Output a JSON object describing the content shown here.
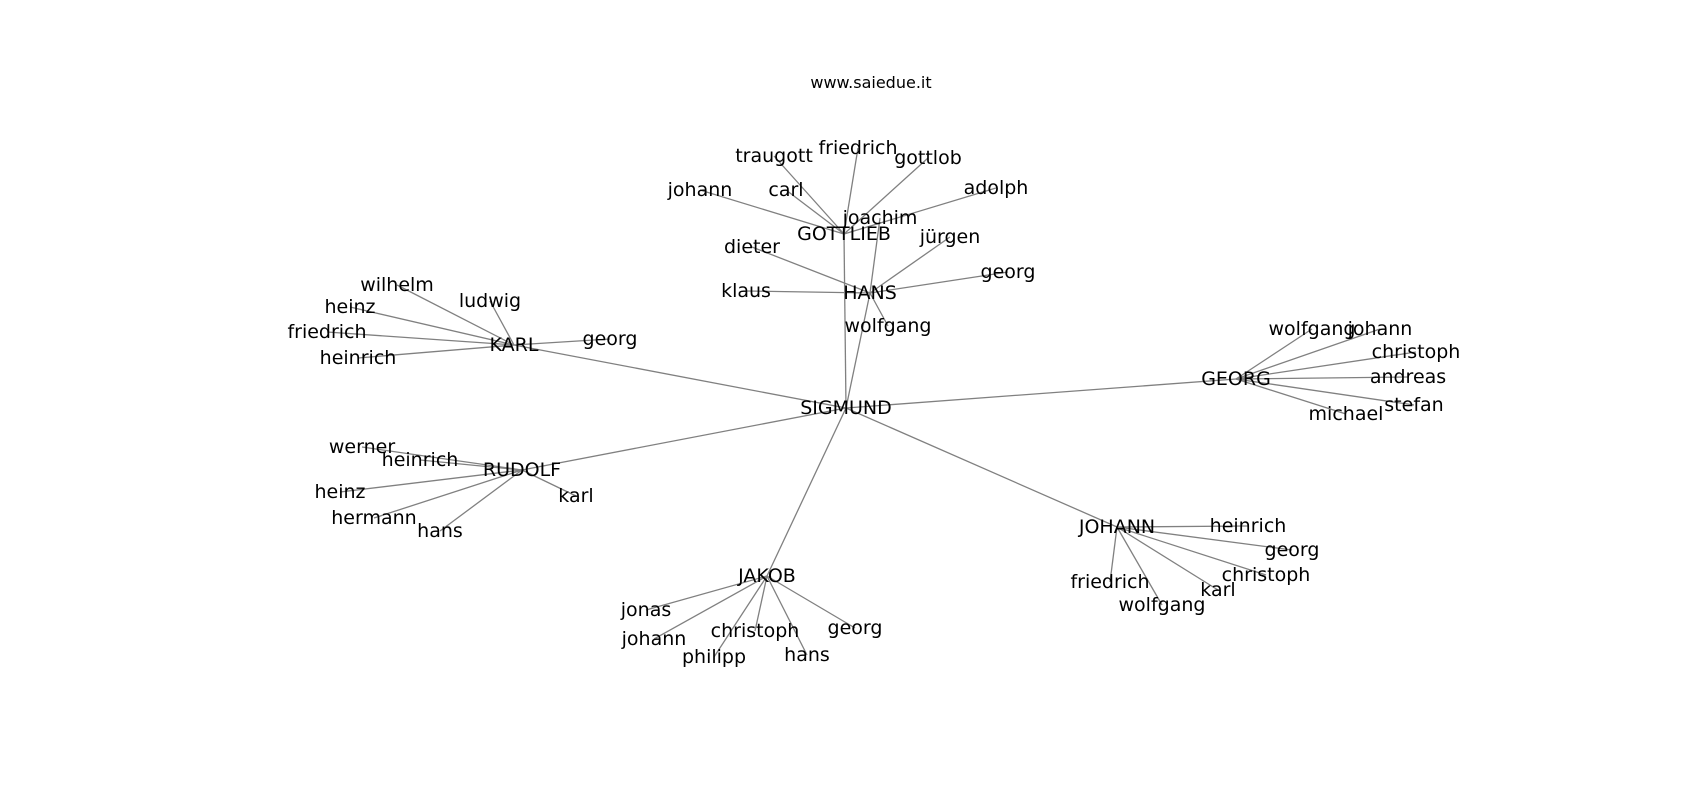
{
  "title": "www.saiedue.it",
  "colors": {
    "edge": "#808080",
    "text": "#000000",
    "background": "#ffffff"
  },
  "nodes": {
    "sigmund": "SIGMUND",
    "gottlieb": "GOTTLIEB",
    "gottlieb_johann": "johann",
    "gottlieb_traugott": "traugott",
    "gottlieb_friedrich": "friedrich",
    "gottlieb_gottlob": "gottlob",
    "gottlieb_carl": "carl",
    "gottlieb_adolph": "adolph",
    "hans": "HANS",
    "hans_joachim": "joachim",
    "hans_jurgen": "jürgen",
    "hans_dieter": "dieter",
    "hans_georg": "georg",
    "hans_klaus": "klaus",
    "hans_wolfgang": "wolfgang",
    "karl": "KARL",
    "karl_wilhelm": "wilhelm",
    "karl_heinz": "heinz",
    "karl_ludwig": "ludwig",
    "karl_friedrich": "friedrich",
    "karl_georg": "georg",
    "karl_heinrich": "heinrich",
    "georg": "GEORG",
    "georg_wolfgang": "wolfgang",
    "georg_johann": "johann",
    "georg_christoph": "christoph",
    "georg_andreas": "andreas",
    "georg_stefan": "stefan",
    "georg_michael": "michael",
    "rudolf": "RUDOLF",
    "rudolf_werner": "werner",
    "rudolf_heinrich": "heinrich",
    "rudolf_heinz": "heinz",
    "rudolf_karl": "karl",
    "rudolf_hermann": "hermann",
    "rudolf_hans": "hans",
    "johann": "JOHANN",
    "johann_heinrich": "heinrich",
    "johann_georg": "georg",
    "johann_friedrich": "friedrich",
    "johann_christoph": "christoph",
    "johann_karl": "karl",
    "johann_wolfgang": "wolfgang",
    "jakob": "JAKOB",
    "jakob_jonas": "jonas",
    "jakob_johann": "johann",
    "jakob_christoph": "christoph",
    "jakob_georg": "georg",
    "jakob_philipp": "philipp",
    "jakob_hans": "hans"
  }
}
